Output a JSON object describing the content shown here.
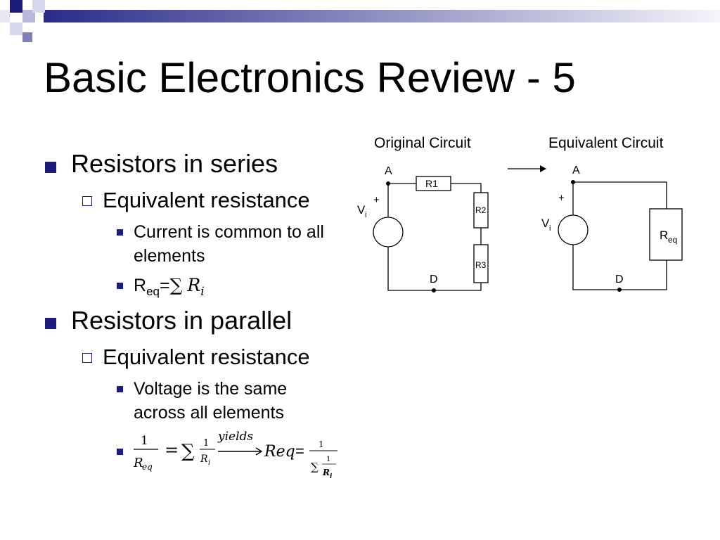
{
  "slide": {
    "title": "Basic Electronics Review - 5"
  },
  "series": {
    "heading": "Resistors in series",
    "sub": "Equivalent resistance",
    "point1_line1": "Current is common to all",
    "point1_line2": "elements",
    "req_R": "R",
    "req_sub": "eq",
    "req_eq": "=",
    "req_sum": "∑",
    "req_Ri": "R",
    "req_i": "i"
  },
  "parallel": {
    "heading": "Resistors in parallel",
    "sub": "Equivalent resistance",
    "point1_line1": "Voltage is the same",
    "point1_line2": "across all elements",
    "f_one": "1",
    "f_Req": "R",
    "f_eq": "eq",
    "f_equals": "=",
    "f_sum": "∑",
    "f_R": "R",
    "f_i": "i",
    "f_yields": "yields",
    "f_Req_text": "Req",
    "f_equals2": "="
  },
  "diagram": {
    "original_title": "Original Circuit",
    "equivalent_title": "Equivalent Circuit",
    "node_a": "A",
    "node_d": "D",
    "plus": "+",
    "vi_V": "V",
    "vi_i": "i",
    "r1": "R1",
    "r2": "R2",
    "r3": "R3",
    "req_R": "R",
    "req_eq": "eq"
  },
  "colors": {
    "bullet": "#1c1c7c",
    "banner_dark": "#1c1c7c",
    "banner_light": "#d8d8ec"
  }
}
